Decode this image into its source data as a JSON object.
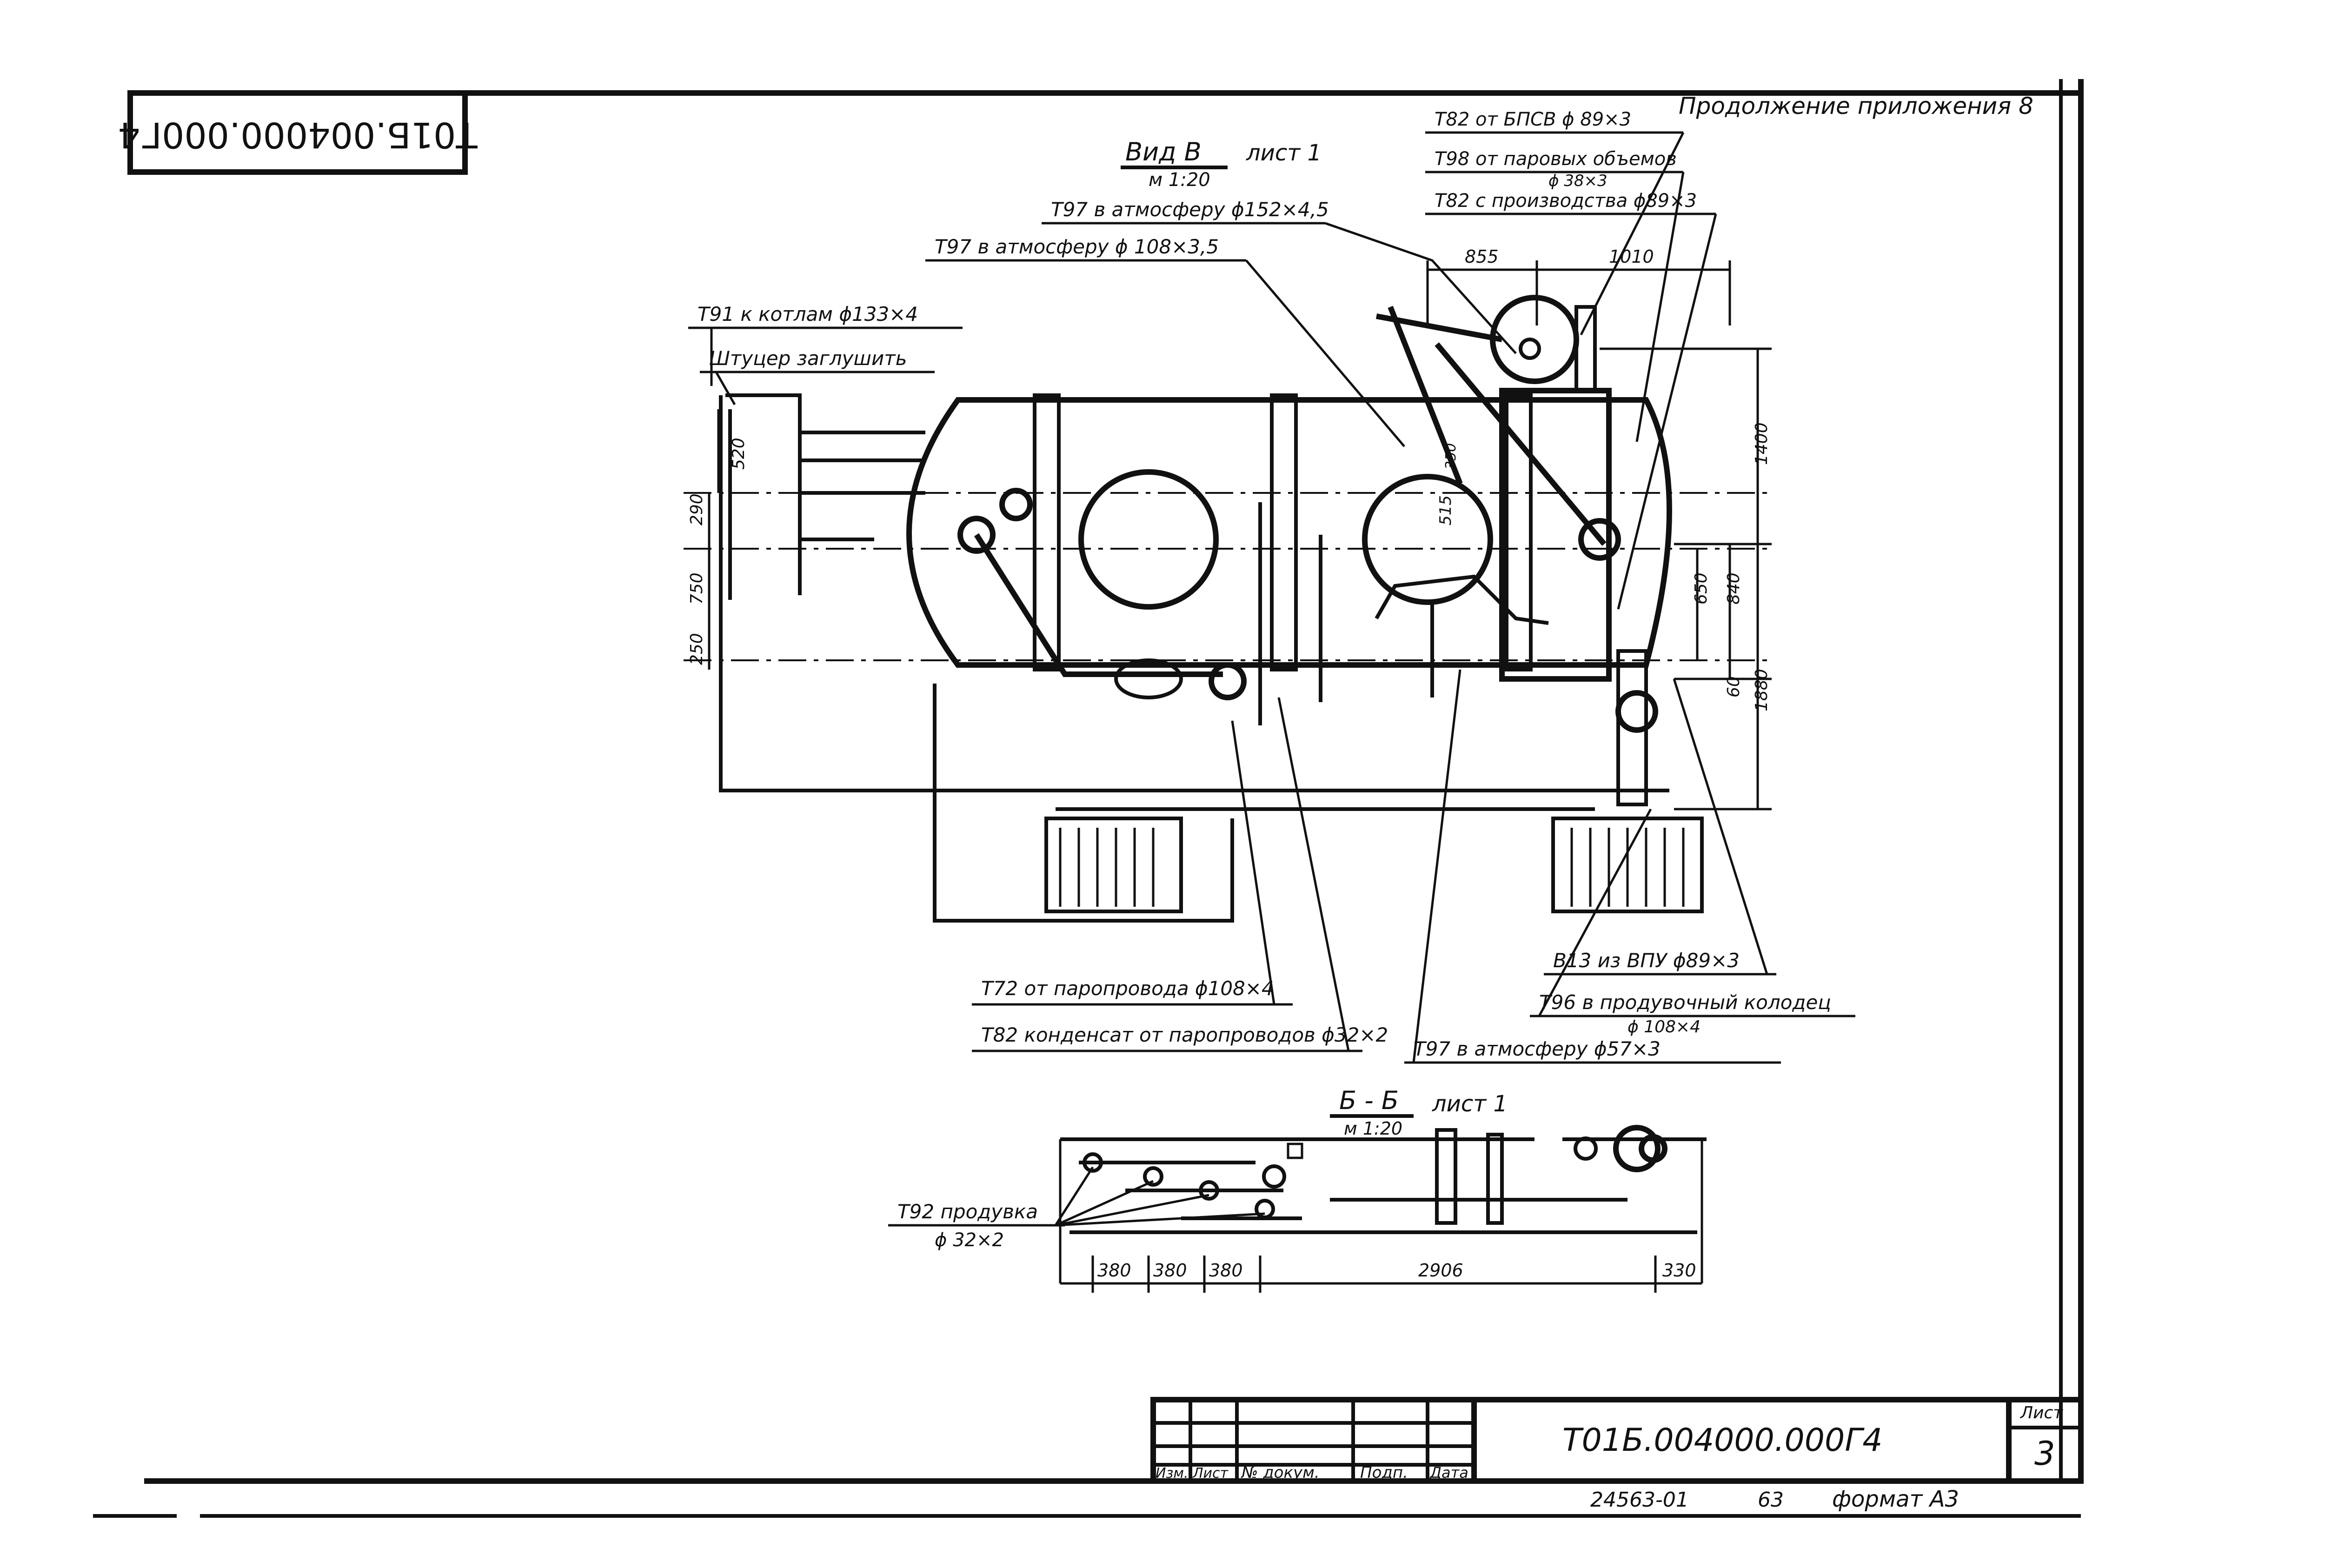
{
  "drawing_code_top": "Т01Б.004000.000Г4",
  "sheet_heading": "Продолжение приложения 8",
  "view_b": {
    "title": "Вид В",
    "sheet": "лист 1",
    "scale": "м 1:20"
  },
  "callouts_top": [
    {
      "text": "Т82 от БПСВ ϕ 89×3"
    },
    {
      "text": "Т98 от паровых объемов"
    },
    {
      "text": "ϕ 38×3"
    },
    {
      "text": "Т82 с производства ϕ89×3"
    },
    {
      "text": "Т97 в атмосферу ϕ152×4,5"
    },
    {
      "text": "Т97 в атмосферу ϕ 108×3,5"
    },
    {
      "text": "Т91 к котлам ϕ133×4"
    },
    {
      "text": "Штуцер заглушить"
    }
  ],
  "callouts_bottom": [
    {
      "text": "Т72 от паропровода ϕ108×4"
    },
    {
      "text": "Т82 конденсат от паропроводов ϕ32×2"
    },
    {
      "text": "Т97 в атмосферу ϕ57×3"
    },
    {
      "text": "В13 из ВПУ ϕ89×3"
    },
    {
      "text": "Т96 в продувочный колодец"
    },
    {
      "text": "ϕ 108×4"
    }
  ],
  "dims_view_b": {
    "top": [
      "855",
      "1010"
    ],
    "right": [
      "1400",
      "650",
      "840",
      "60",
      "1880"
    ],
    "left": [
      "520",
      "290",
      "750",
      "250"
    ],
    "inner": [
      "515",
      "350"
    ]
  },
  "section": {
    "title": "Б - Б",
    "sheet": "лист 1",
    "scale": "м 1:20"
  },
  "section_callout": {
    "line1": "Т92 продувка",
    "line2": "ϕ 32×2"
  },
  "section_dims": [
    "380",
    "380",
    "380",
    "2906",
    "330"
  ],
  "title_block": {
    "headers": [
      "Изм.",
      "Лист",
      "№ докум.",
      "Подп.",
      "Дата"
    ],
    "code": "Т01Б.004000.000Г4",
    "sheet_label": "Лист",
    "sheet_number": "3",
    "footer_number": "24563-01",
    "footer_page": "63",
    "format": "формат А3"
  }
}
